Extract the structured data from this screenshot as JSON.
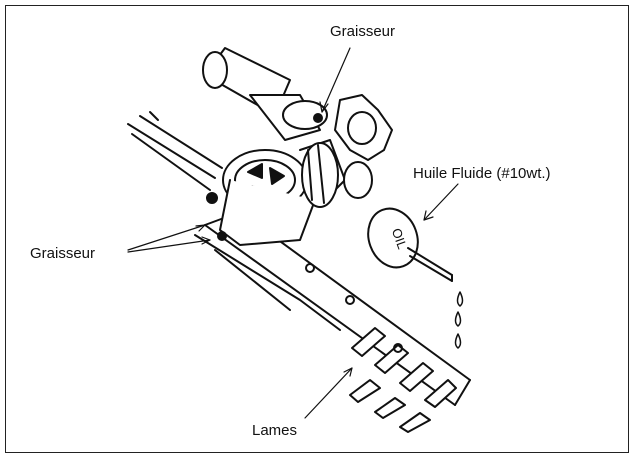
{
  "labels": {
    "grease_top": "Graisseur",
    "grease_left": "Graisseur",
    "oil": "Huile Fluide (#10wt.)",
    "blades": "Lames",
    "oil_can_text": "OIL"
  },
  "colors": {
    "ink": "#111111",
    "background": "#ffffff"
  }
}
